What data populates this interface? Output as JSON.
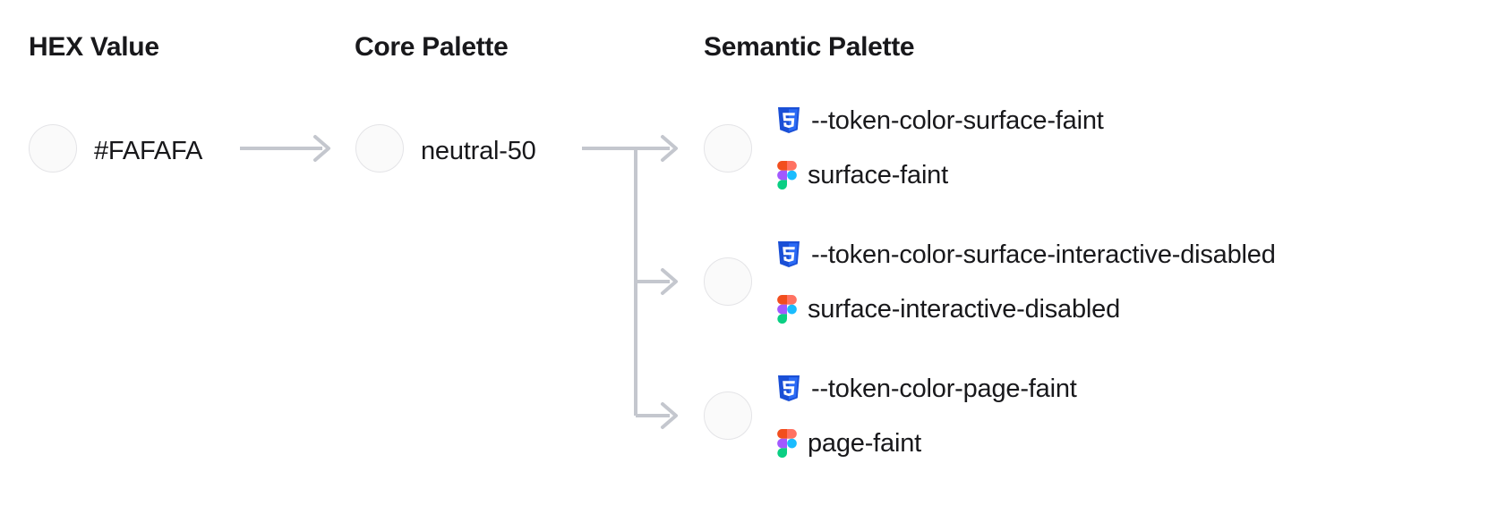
{
  "columns": {
    "hex": "HEX Value",
    "core": "Core Palette",
    "semantic": "Semantic Palette"
  },
  "hex_value": {
    "label": "#FAFAFA",
    "swatch_color": "#FAFAFA"
  },
  "core_value": {
    "label": "neutral-50",
    "swatch_color": "#FAFAFA"
  },
  "semantic_tokens": [
    {
      "css_token": "--token-color-surface-faint",
      "figma_token": "surface-faint",
      "swatch_color": "#FAFAFA"
    },
    {
      "css_token": "--token-color-surface-interactive-disabled",
      "figma_token": "surface-interactive-disabled",
      "swatch_color": "#FAFAFA"
    },
    {
      "css_token": "--token-color-page-faint",
      "figma_token": "page-faint",
      "swatch_color": "#FAFAFA"
    }
  ],
  "icons": {
    "css": "css3-icon",
    "figma": "figma-icon",
    "arrow": "arrow-right-icon"
  },
  "palette": {
    "text": "#18181B",
    "swatch_border": "#E4E4E7",
    "connector": "#C4C7CE",
    "css_blue_dark": "#1A4FD6",
    "css_blue_light": "#2B6BF5",
    "figma_orange": "#F24E1E",
    "figma_salmon": "#FF7262",
    "figma_purple": "#A259FF",
    "figma_blue": "#1ABCFE",
    "figma_green": "#0ACF83"
  }
}
